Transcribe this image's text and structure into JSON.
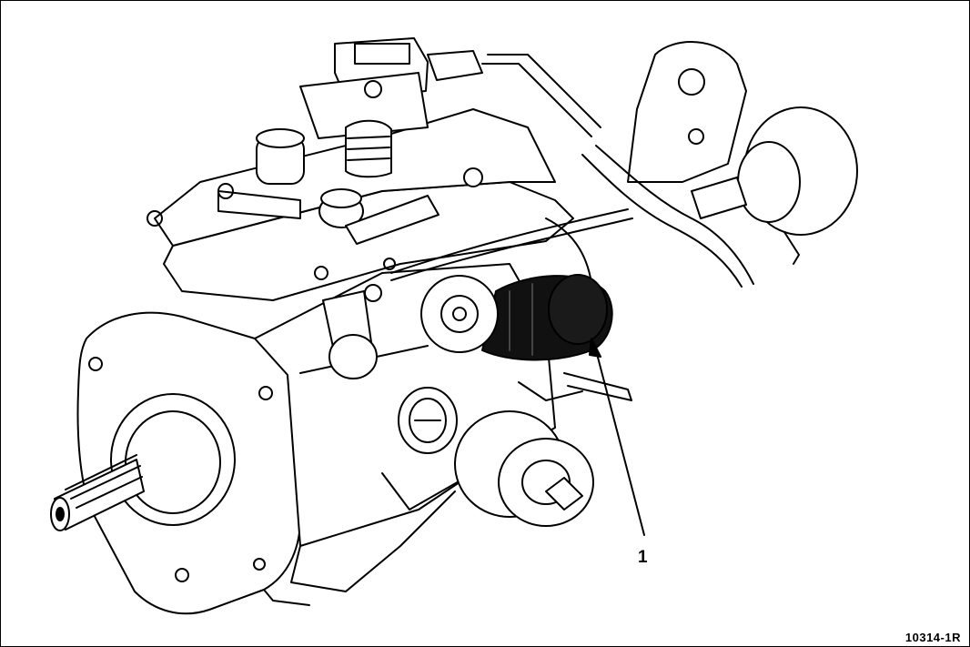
{
  "diagram": {
    "callouts": [
      {
        "id": "1",
        "label": "1"
      }
    ],
    "figure_reference": "10314-1R",
    "colors": {
      "line": "#000000",
      "background": "#ffffff",
      "shade": "#111111"
    }
  }
}
